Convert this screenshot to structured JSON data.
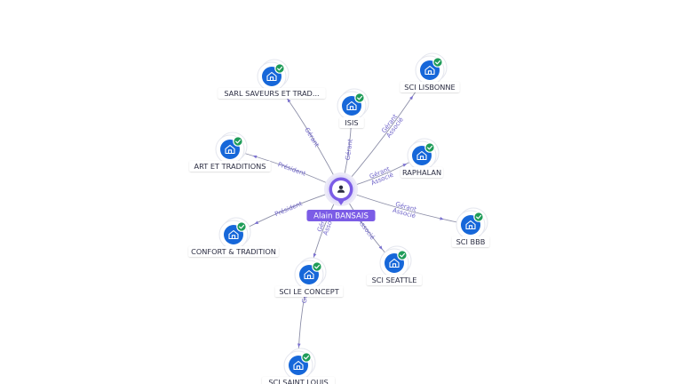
{
  "person": {
    "name": "Alain BANSAIS",
    "icon": "person-icon",
    "color": "#7b5ce6"
  },
  "companies": [
    {
      "id": "sarl-saveurs",
      "label": "SARL SAVEURS ET TRAD...",
      "icon": "building-icon",
      "status": "active"
    },
    {
      "id": "isis",
      "label": "ISIS",
      "icon": "building-icon",
      "status": "active"
    },
    {
      "id": "sci-lisbonne",
      "label": "SCI LISBONNE",
      "icon": "building-icon",
      "status": "active"
    },
    {
      "id": "art-traditions",
      "label": "ART ET TRADITIONS",
      "icon": "building-icon",
      "status": "active"
    },
    {
      "id": "raphalan",
      "label": "RAPHALAN",
      "icon": "building-icon",
      "status": "active"
    },
    {
      "id": "confort-tradition",
      "label": "CONFORT & TRADITION",
      "icon": "building-icon",
      "status": "active"
    },
    {
      "id": "sci-bbb",
      "label": "SCI BBB",
      "icon": "building-icon",
      "status": "active"
    },
    {
      "id": "sci-le-concept",
      "label": "SCI LE CONCEPT",
      "icon": "building-icon",
      "status": "active"
    },
    {
      "id": "sci-seattle",
      "label": "SCI SEATTLE",
      "icon": "building-icon",
      "status": "active"
    },
    {
      "id": "sci-saint-louis",
      "label": "SCI SAINT LOUIS",
      "icon": "building-icon",
      "status": "active"
    }
  ],
  "relations": [
    {
      "from": "person",
      "to": "sarl-saveurs",
      "roles": [
        "Gérant"
      ]
    },
    {
      "from": "person",
      "to": "isis",
      "roles": [
        "Gérant"
      ]
    },
    {
      "from": "person",
      "to": "sci-lisbonne",
      "roles": [
        "Gérant",
        "Associé"
      ]
    },
    {
      "from": "person",
      "to": "art-traditions",
      "roles": [
        "Président"
      ]
    },
    {
      "from": "person",
      "to": "raphalan",
      "roles": [
        "Gérant",
        "Associé"
      ]
    },
    {
      "from": "person",
      "to": "confort-tradition",
      "roles": [
        "Président"
      ]
    },
    {
      "from": "person",
      "to": "sci-bbb",
      "roles": [
        "Gérant",
        "Associé"
      ]
    },
    {
      "from": "person",
      "to": "sci-le-concept",
      "roles": [
        "Gérant",
        "Associé"
      ]
    },
    {
      "from": "person",
      "to": "sci-seattle",
      "roles": [
        "Associé"
      ]
    },
    {
      "from": "sci-le-concept",
      "to": "sci-saint-louis",
      "roles": [
        "Gérant"
      ]
    }
  ],
  "colors": {
    "node": "#1667d9",
    "badge": "#1e9c58",
    "edge": "#8d8fa8",
    "edge_label": "#6f64c9"
  }
}
